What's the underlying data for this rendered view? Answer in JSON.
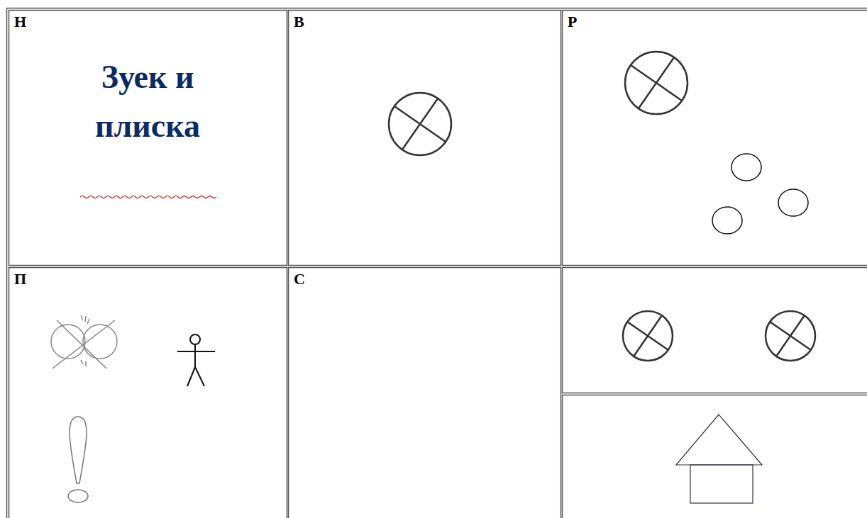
{
  "diagram": {
    "labels": [
      "Н",
      "Зуек и плиска",
      "В",
      "Р",
      "П",
      "С"
    ]
  }
}
